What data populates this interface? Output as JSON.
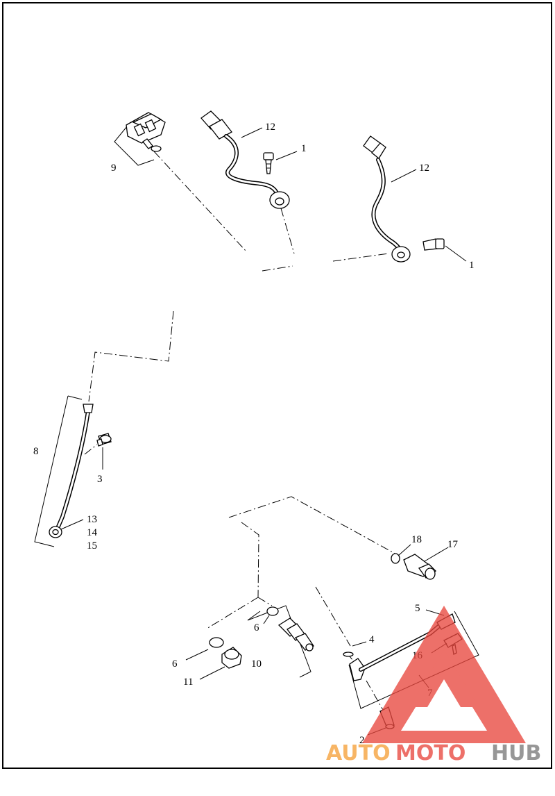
{
  "callouts": {
    "c1a": "1",
    "c1b": "1",
    "c2": "2",
    "c3": "3",
    "c4": "4",
    "c5": "5",
    "c6a": "6",
    "c6b": "6",
    "c7": "7",
    "c8": "8",
    "c9": "9",
    "c10": "10",
    "c11": "11",
    "c12a": "12",
    "c12b": "12",
    "c13": "13",
    "c14": "14",
    "c15": "15",
    "c16": "16",
    "c17": "17",
    "c18": "18"
  },
  "watermark": {
    "part1": "AUTO",
    "part2": "MOTO",
    "part3": "HUB"
  },
  "colors": {
    "frame": "#000000",
    "watermark_red": "#e8483f",
    "watermark_orange": "#f6a13a",
    "watermark_gray": "#7a7a7a"
  }
}
